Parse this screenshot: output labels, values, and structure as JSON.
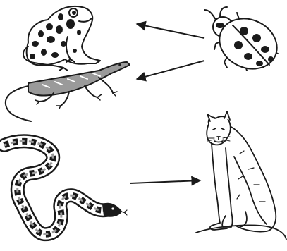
{
  "diagram": {
    "type": "food-web",
    "organisms": [
      {
        "id": "frog",
        "icon": "frog-icon"
      },
      {
        "id": "ladybug",
        "icon": "ladybug-icon"
      },
      {
        "id": "lizard",
        "icon": "lizard-icon"
      },
      {
        "id": "snake",
        "icon": "snake-icon"
      },
      {
        "id": "mountain-lion",
        "icon": "mountain-lion-icon"
      }
    ],
    "arrows": [
      {
        "from": "ladybug",
        "to": "frog"
      },
      {
        "from": "ladybug",
        "to": "lizard"
      },
      {
        "from": "snake",
        "to": "mountain-lion"
      }
    ],
    "colors": {
      "line": "#1a1a1a",
      "fill_dark": "#1a1a1a",
      "fill_light": "#ffffff",
      "fill_gray": "#9a9a9a"
    }
  }
}
